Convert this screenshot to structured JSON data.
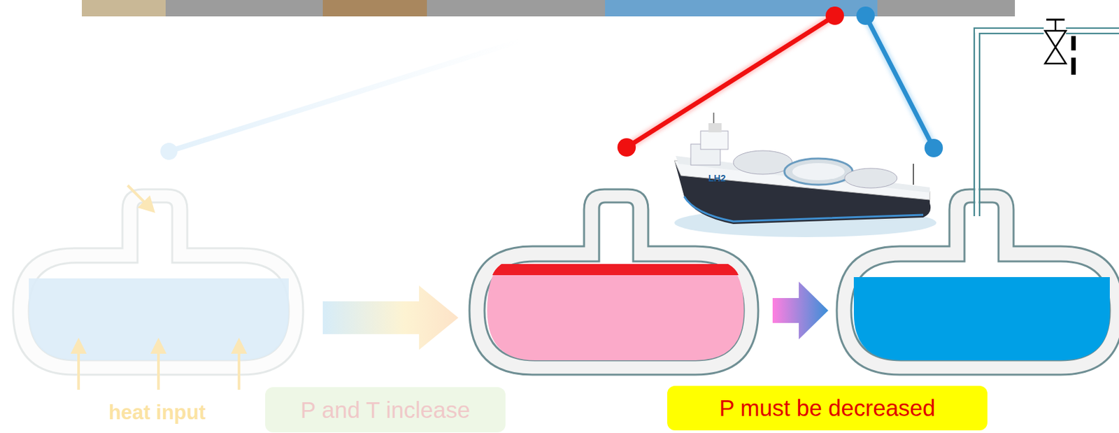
{
  "diagram": {
    "nodes": [
      {
        "text": [
          "P and T inclease"
        ]
      },
      {
        "text": [
          "P must be decreased"
        ]
      }
    ],
    "edges": [],
    "labels": [
      "heat input",
      "LH2"
    ]
  }
}
